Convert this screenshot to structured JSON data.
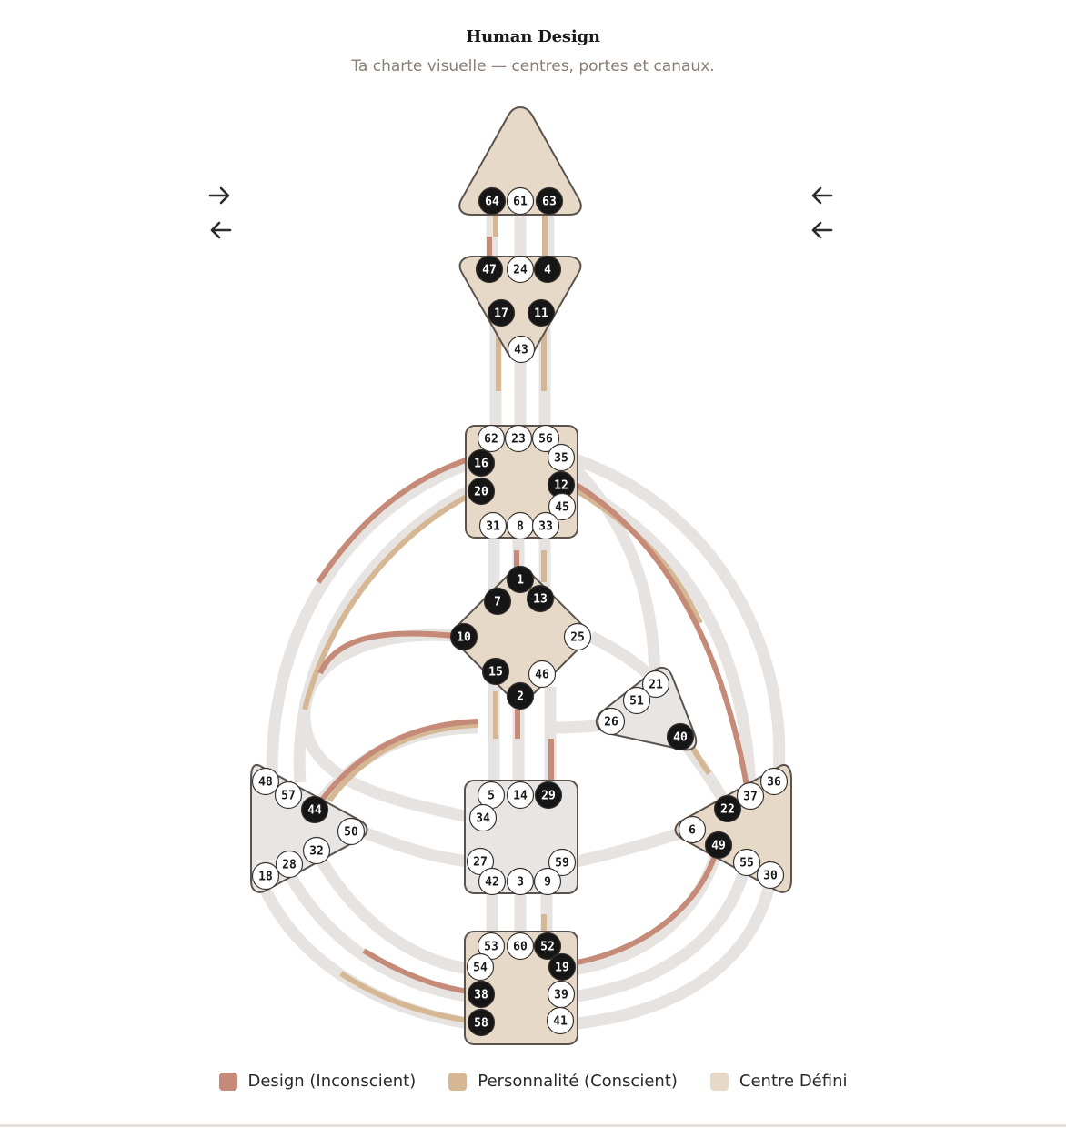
{
  "header": {
    "title": "Human Design",
    "subtitle": "Ta charte visuelle — centres, portes et canaux."
  },
  "colors": {
    "design": "#c58b78",
    "personality": "#d6b794",
    "defined_center": "#e6d9c8",
    "undefined_center": "#e8e6e4",
    "channel_base": "#e6e3e1",
    "gate_active": "#161616",
    "gate_inactive": "#ffffff"
  },
  "arrows": {
    "left_top": "arrow-right-icon",
    "left_bottom": "arrow-left-icon",
    "right_top": "arrow-left-icon",
    "right_bottom": "arrow-left-icon"
  },
  "centers": [
    {
      "name": "head",
      "defined": true,
      "gates": [
        {
          "n": "64",
          "active": true
        },
        {
          "n": "61",
          "active": false
        },
        {
          "n": "63",
          "active": true
        }
      ]
    },
    {
      "name": "ajna",
      "defined": true,
      "gates": [
        {
          "n": "47",
          "active": true
        },
        {
          "n": "24",
          "active": false
        },
        {
          "n": "4",
          "active": true
        },
        {
          "n": "17",
          "active": true
        },
        {
          "n": "11",
          "active": true
        },
        {
          "n": "43",
          "active": false
        }
      ]
    },
    {
      "name": "throat",
      "defined": true,
      "gates": [
        {
          "n": "62",
          "active": false
        },
        {
          "n": "23",
          "active": false
        },
        {
          "n": "56",
          "active": false
        },
        {
          "n": "35",
          "active": false
        },
        {
          "n": "16",
          "active": true
        },
        {
          "n": "12",
          "active": true
        },
        {
          "n": "20",
          "active": true
        },
        {
          "n": "45",
          "active": false
        },
        {
          "n": "31",
          "active": false
        },
        {
          "n": "8",
          "active": false
        },
        {
          "n": "33",
          "active": false
        }
      ]
    },
    {
      "name": "g-center",
      "defined": true,
      "gates": [
        {
          "n": "1",
          "active": true
        },
        {
          "n": "13",
          "active": true
        },
        {
          "n": "7",
          "active": true
        },
        {
          "n": "10",
          "active": true
        },
        {
          "n": "25",
          "active": false
        },
        {
          "n": "15",
          "active": true
        },
        {
          "n": "46",
          "active": false
        },
        {
          "n": "2",
          "active": true
        }
      ]
    },
    {
      "name": "heart",
      "defined": false,
      "gates": [
        {
          "n": "21",
          "active": false
        },
        {
          "n": "51",
          "active": false
        },
        {
          "n": "26",
          "active": false
        },
        {
          "n": "40",
          "active": true
        }
      ]
    },
    {
      "name": "spleen",
      "defined": false,
      "gates": [
        {
          "n": "48",
          "active": false
        },
        {
          "n": "57",
          "active": false
        },
        {
          "n": "44",
          "active": true
        },
        {
          "n": "50",
          "active": false
        },
        {
          "n": "32",
          "active": false
        },
        {
          "n": "28",
          "active": false
        },
        {
          "n": "18",
          "active": false
        }
      ]
    },
    {
      "name": "sacral",
      "defined": false,
      "gates": [
        {
          "n": "5",
          "active": false
        },
        {
          "n": "14",
          "active": false
        },
        {
          "n": "29",
          "active": true
        },
        {
          "n": "34",
          "active": false
        },
        {
          "n": "27",
          "active": false
        },
        {
          "n": "59",
          "active": false
        },
        {
          "n": "42",
          "active": false
        },
        {
          "n": "3",
          "active": false
        },
        {
          "n": "9",
          "active": false
        }
      ]
    },
    {
      "name": "solar-plexus",
      "defined": true,
      "gates": [
        {
          "n": "36",
          "active": false
        },
        {
          "n": "22",
          "active": true
        },
        {
          "n": "37",
          "active": false
        },
        {
          "n": "6",
          "active": false
        },
        {
          "n": "49",
          "active": true
        },
        {
          "n": "55",
          "active": false
        },
        {
          "n": "30",
          "active": false
        }
      ]
    },
    {
      "name": "root",
      "defined": true,
      "gates": [
        {
          "n": "53",
          "active": false
        },
        {
          "n": "60",
          "active": false
        },
        {
          "n": "52",
          "active": true
        },
        {
          "n": "54",
          "active": false
        },
        {
          "n": "19",
          "active": true
        },
        {
          "n": "38",
          "active": true
        },
        {
          "n": "39",
          "active": false
        },
        {
          "n": "58",
          "active": true
        },
        {
          "n": "41",
          "active": false
        }
      ]
    }
  ],
  "legend": [
    {
      "label": "Design (Inconscient)",
      "color": "#c58b78"
    },
    {
      "label": "Personnalité (Conscient)",
      "color": "#d6b794"
    },
    {
      "label": "Centre Défini",
      "color": "#e6d9c8"
    }
  ]
}
